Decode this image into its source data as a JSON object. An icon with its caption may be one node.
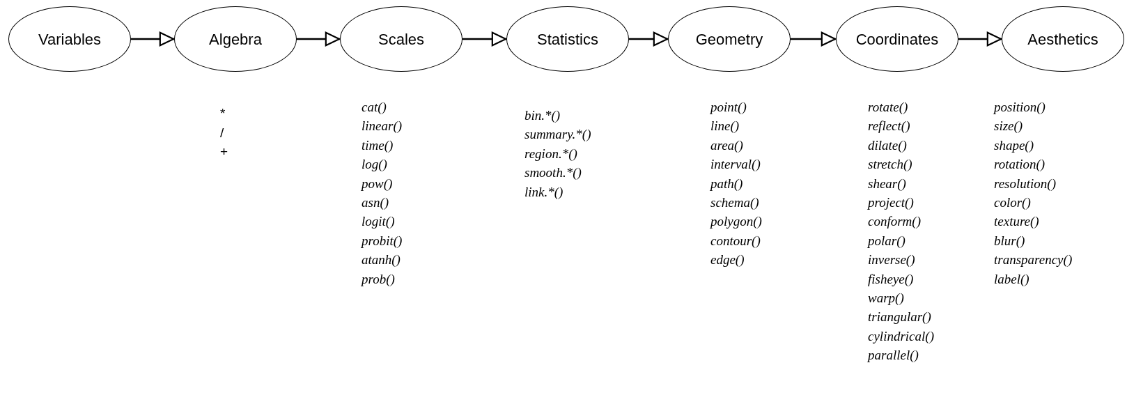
{
  "diagram": {
    "nodes": [
      {
        "text": [
          "Variables"
        ]
      },
      {
        "text": [
          "Algebra"
        ],
        "beside": [
          "*",
          "/",
          "+"
        ]
      },
      {
        "text": [
          "Scales"
        ],
        "beside": [
          "cat()",
          "linear()",
          "time()",
          "log()",
          "pow()",
          "asn()",
          "logit()",
          "probit()",
          "atanh()",
          "prob()"
        ]
      },
      {
        "text": [
          "Statistics"
        ],
        "beside": [
          "bin.*()",
          "summary.*()",
          "region.*()",
          "smooth.*()",
          "link.*()"
        ]
      },
      {
        "text": [
          "Geometry"
        ],
        "beside": [
          "point()",
          "line()",
          "area()",
          "interval()",
          "path()",
          "schema()",
          "polygon()",
          "contour()",
          "edge()"
        ]
      },
      {
        "text": [
          "Coordinates"
        ],
        "beside": [
          "rotate()",
          "reflect()",
          "dilate()",
          "stretch()",
          "shear()",
          "project()",
          "conform()",
          "polar()",
          "inverse()",
          "fisheye()",
          "warp()",
          "triangular()",
          "cylindrical()",
          "parallel()"
        ]
      },
      {
        "text": [
          "Aesthetics"
        ],
        "beside": [
          "position()",
          "size()",
          "shape()",
          "rotation()",
          "resolution()",
          "color()",
          "texture()",
          "blur()",
          "transparency()",
          "label()"
        ]
      }
    ],
    "edges": [
      {
        "from": 0,
        "to": 1,
        "arrow": "to"
      },
      {
        "from": 1,
        "to": 2,
        "arrow": "to"
      },
      {
        "from": 2,
        "to": 3,
        "arrow": "to"
      },
      {
        "from": 3,
        "to": 4,
        "arrow": "to"
      },
      {
        "from": 4,
        "to": 5,
        "arrow": "to"
      },
      {
        "from": 5,
        "to": 6,
        "arrow": "to"
      }
    ]
  }
}
